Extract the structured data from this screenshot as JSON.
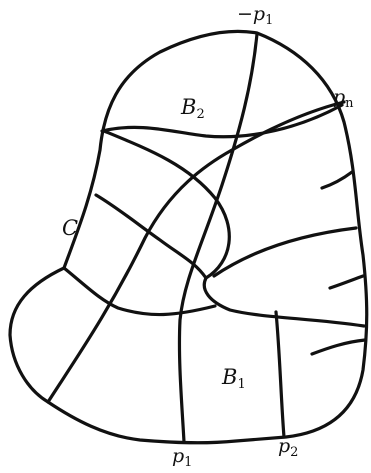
{
  "labels": {
    "minus_p1": {
      "sign": "−",
      "var": "p",
      "sub": "1"
    },
    "pn": {
      "var": "p",
      "sub": "n"
    },
    "B2": {
      "var": "B",
      "sub": "2"
    },
    "C": {
      "var": "C",
      "sub": ""
    },
    "B1": {
      "var": "B",
      "sub": "1"
    },
    "p1": {
      "var": "p",
      "sub": "1"
    },
    "p2": {
      "var": "p",
      "sub": "2"
    }
  },
  "colors": {
    "ink": "#111111",
    "background": "#ffffff"
  }
}
